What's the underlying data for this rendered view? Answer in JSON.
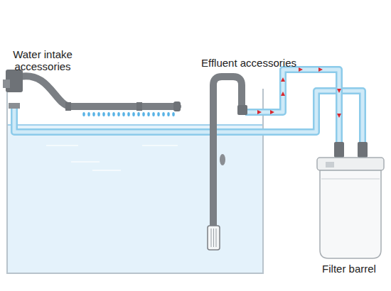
{
  "diagram": {
    "labels": [
      "Water intake accessories",
      "Effluent accessories",
      "Filter barrel"
    ]
  }
}
